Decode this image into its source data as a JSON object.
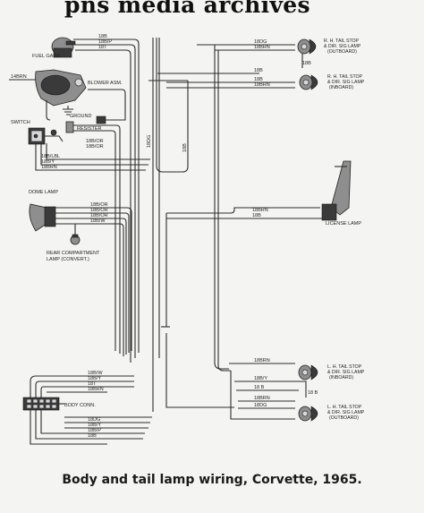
{
  "watermark": "pns media archives",
  "caption": "Body and tail lamp wiring, Corvette, 1965.",
  "components": {
    "fuel_gage": "FUEL GAGE",
    "blower": "BLOWER ASM.",
    "ground": "GROUND",
    "resister": "RESISTER",
    "switch": "SWITCH",
    "dome_lamp": "DOME LAMP",
    "rear_comp_1": "REAR COMPARTMENT",
    "rear_comp_2": "LAMP (CONVERT.)",
    "body_conn": "BODY CONN.",
    "license_lamp": "LICENSE LAMP",
    "rh_out_1": "R. H. TAIL STOP",
    "rh_out_2": "& DIR. SIG LAMP",
    "rh_out_3": "(OUTBOARD)",
    "rh_in_1": "R. H. TAIL STOP",
    "rh_in_2": "& DIR. SIG LAMP",
    "rh_in_3": "(INBOARD)",
    "lh_in_1": "L. H. TAIL STOP",
    "lh_in_2": "& DIR. SIG LAMP",
    "lh_in_3": "(INBOARD)",
    "lh_out_1": "L. H. TAIL STOP",
    "lh_out_2": "& DIR. SIG LAMP",
    "lh_out_3": "(OUTBOARD)"
  },
  "wires": {
    "fg_1": "18B",
    "fg_2": "18B/P",
    "fg_3": "18T",
    "brn_in": "14BRN",
    "res_1": "18B/OR",
    "res_2": "18B/OR",
    "sw_1": "18B/LBL",
    "sw_2": "18B/Y",
    "sw_3": "18BRN",
    "dome_1": "18B/OR",
    "dome_2": "18B/OR",
    "dome_3": "18B/OR",
    "dome_4": "18B/W",
    "vert_dg": "18DG",
    "vert_b": "18B",
    "rh_1": "18DG",
    "rh_2": "18BRN",
    "rh_3": "18B",
    "rh_4": "18B",
    "rh_5": "18BRN",
    "rh_tag_b": "18B",
    "lic_1": "18BRN",
    "lic_2": "18B",
    "body_1": "18B/W",
    "body_2": "18B/Y",
    "body_3": "18T",
    "body_4": "18BRN",
    "body_5": "18DG",
    "body_6": "18B/Y",
    "body_7": "18B/P",
    "body_8": "18B",
    "lh_1": "18BRN",
    "lh_2": "18B/Y",
    "lh_3": "18 B",
    "lh_4": "18BRN",
    "lh_5": "18DG",
    "lh_tag_b": "18 B"
  }
}
